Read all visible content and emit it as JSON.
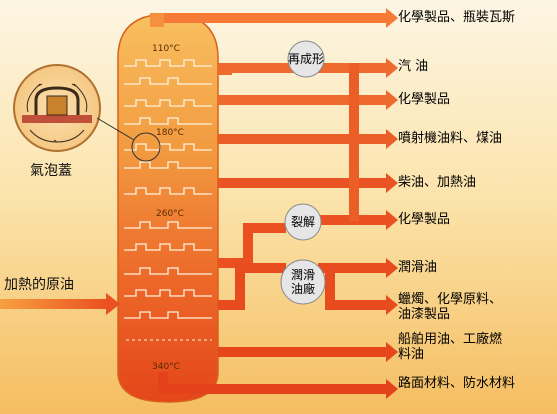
{
  "labels": {
    "bubble_cap": "氣泡蓋",
    "crude_input": "加熱的原油",
    "reforming": "再成形",
    "cracking": "裂解",
    "lube_plant": "潤滑\n油廠"
  },
  "temperatures": [
    "110°C",
    "180°C",
    "260°C",
    "340°C"
  ],
  "products": [
    "化學製品、瓶裝瓦斯",
    "汽 油",
    "化學製品",
    "噴射機油料、煤油",
    "柴油、加熱油",
    "化學製品",
    "潤滑油",
    "蠟燭、化學原料、\n油漆製品",
    "船舶用油、工廠燃\n料油",
    "路面材料、防水材料"
  ],
  "colors": {
    "arrow": "#e8471c",
    "arrow_dark": "#c9301a",
    "tower_top": "#f7b04a",
    "tower_bottom": "#e8421a",
    "background_top": "#fdf3d8",
    "background_bottom": "#f6c15f",
    "circle_fill": "#e6e6e6"
  }
}
